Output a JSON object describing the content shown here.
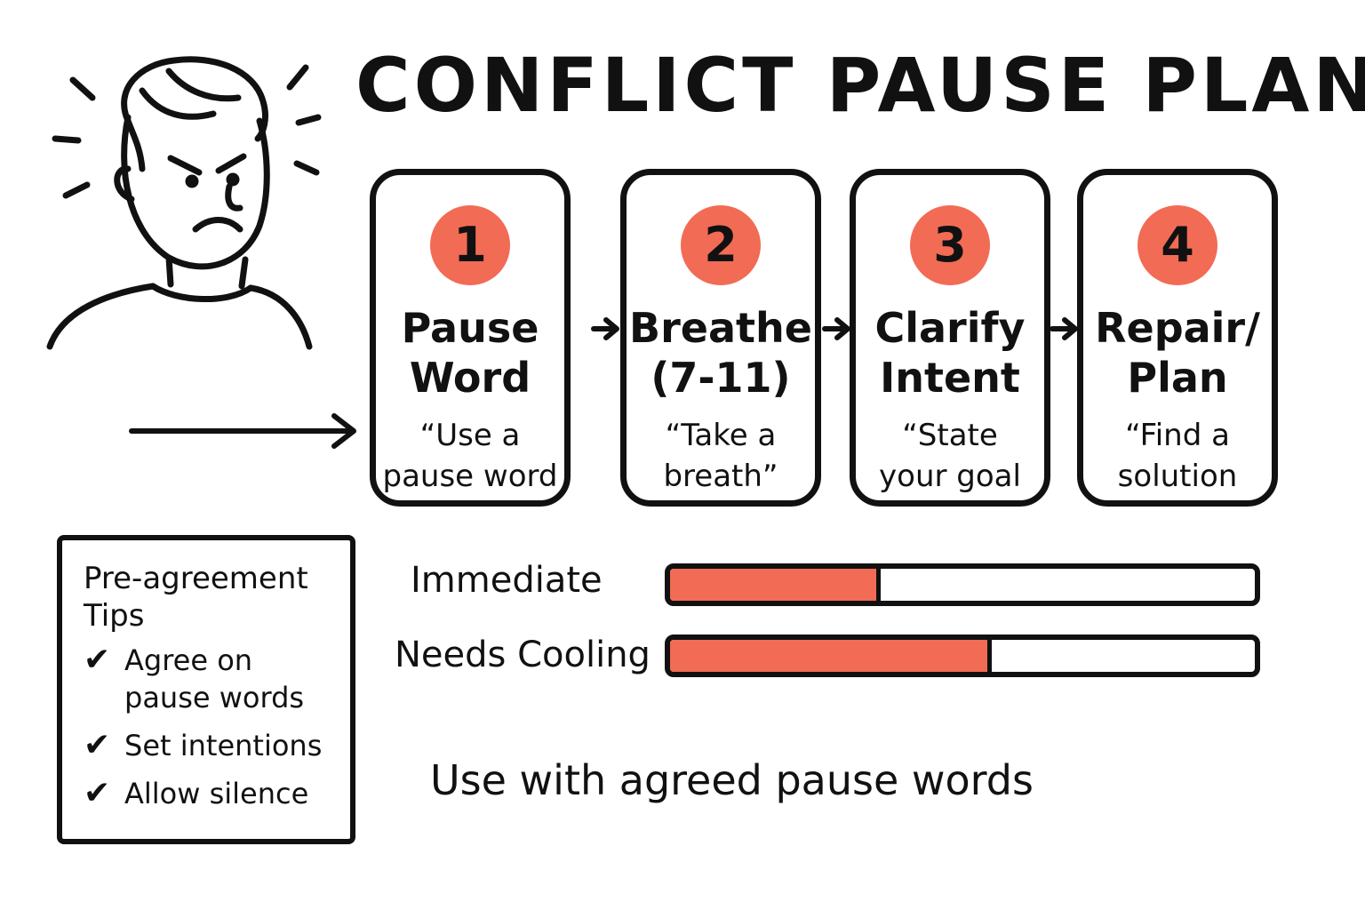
{
  "title": "CONFLICT PAUSE PLAN",
  "colors": {
    "accent": "#f26b55",
    "ink": "#111111",
    "background": "#ffffff"
  },
  "illustration": {
    "icon": "frustrated-person-icon"
  },
  "steps": [
    {
      "number": "1",
      "title": "Pause\nWord",
      "quote": "“Use a\npause word"
    },
    {
      "number": "2",
      "title": "Breathe\n(7-11)",
      "quote": "“Take a\nbreath”"
    },
    {
      "number": "3",
      "title": "Clarify\nIntent",
      "quote": "“State\nyour goal"
    },
    {
      "number": "4",
      "title": "Repair/\nPlan",
      "quote": "“Find a\nsolution"
    }
  ],
  "tips": {
    "title": "Pre-agreement\nTips",
    "icon": "checkmark-icon",
    "items": [
      {
        "check": "✔",
        "text": "Agree on pause words"
      },
      {
        "check": "✔",
        "text": "Set intentions"
      },
      {
        "check": "✔",
        "text": "Allow silence"
      }
    ]
  },
  "bars": [
    {
      "label": "Immediate",
      "level": 0.36
    },
    {
      "label": "Needs Cooling",
      "level": 0.55
    }
  ],
  "footer": {
    "note": "Use with agreed pause words"
  }
}
